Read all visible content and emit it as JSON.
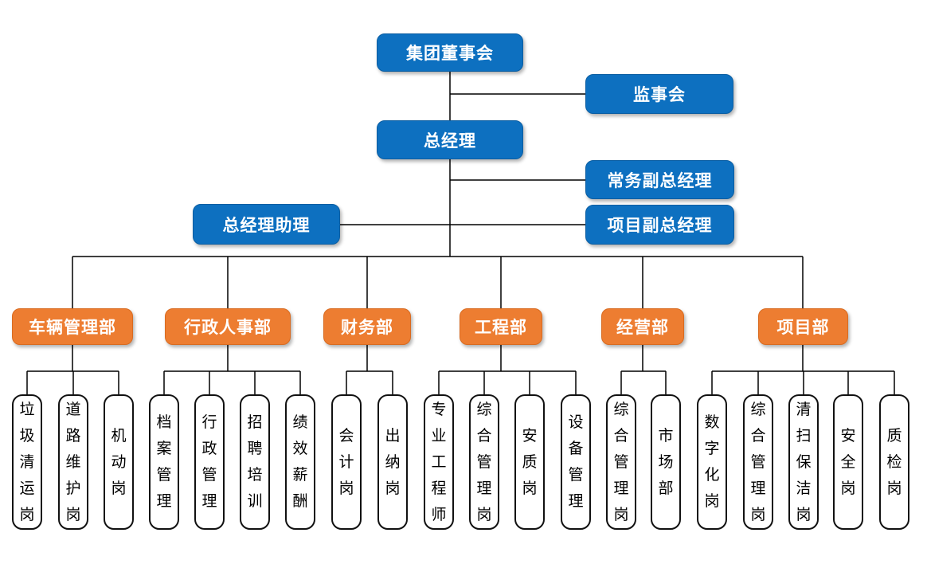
{
  "colors": {
    "executive_fill": "#0D70C0",
    "executive_border": "#0B5EA2",
    "department_fill": "#ED7D31",
    "department_border": "#D96B20",
    "position_fill": "#FFFFFF",
    "position_border": "#111111",
    "position_text": "#000000",
    "connector": "#000000",
    "text_on_fill": "#FFFFFF"
  },
  "hierarchy": {
    "board": {
      "label": "集团董事会"
    },
    "supervisory_board": {
      "label": "监事会"
    },
    "general_manager": {
      "label": "总经理"
    },
    "executive_deputy_gm": {
      "label": "常务副总经理"
    },
    "gm_assistant": {
      "label": "总经理助理"
    },
    "project_deputy_gm": {
      "label": "项目副总经理"
    }
  },
  "departments": [
    {
      "label": "车辆管理部",
      "children": [
        "垃圾清运岗",
        "道路维护岗",
        "机动岗"
      ]
    },
    {
      "label": "行政人事部",
      "children": [
        "档案管理",
        "行政管理",
        "招聘培训",
        "绩效薪酬"
      ]
    },
    {
      "label": "财务部",
      "children": [
        "会计岗",
        "出纳岗"
      ]
    },
    {
      "label": "工程部",
      "children": [
        "专业工程师",
        "综合管理岗",
        "安质岗",
        "设备管理"
      ]
    },
    {
      "label": "经营部",
      "children": [
        "综合管理岗",
        "市场部"
      ]
    },
    {
      "label": "项目部",
      "children": [
        "数字化岗",
        "综合管理岗",
        "清扫保洁岗",
        "安全岗",
        "质检岗"
      ]
    }
  ]
}
